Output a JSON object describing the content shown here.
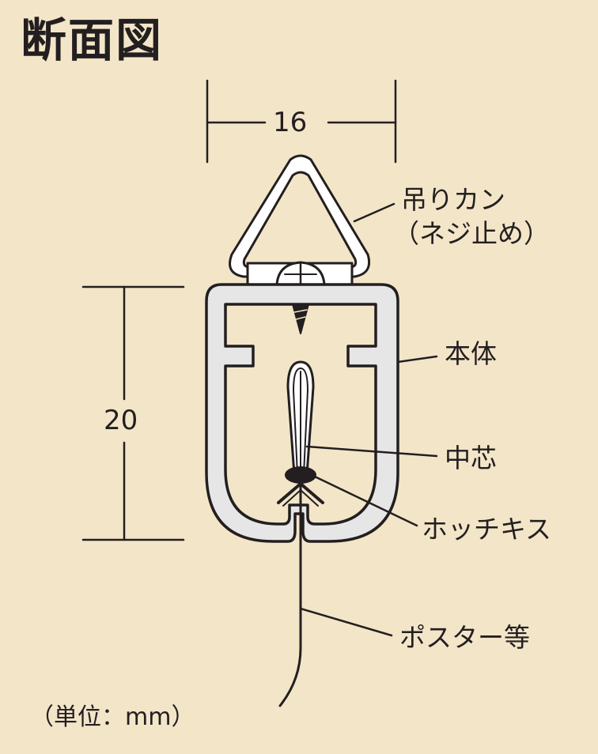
{
  "title": "断面図",
  "dimensions": {
    "width": "16",
    "height": "20"
  },
  "labels": {
    "hanger": "吊りカン",
    "hanger_note": "（ネジ止め）",
    "body": "本体",
    "core": "中芯",
    "stapler": "ホッチキス",
    "poster": "ポスター等"
  },
  "unit_note": "（単位：mm）",
  "colors": {
    "background": "#f3e5c8",
    "profile_fill": "#e6e6e6",
    "ink": "#231f20"
  }
}
